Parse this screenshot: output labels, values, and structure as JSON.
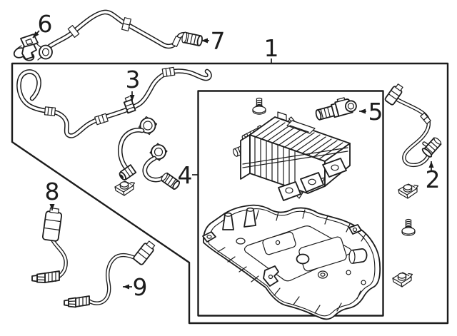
{
  "figure": {
    "type": "parts-diagram",
    "callouts": [
      {
        "label": "1"
      },
      {
        "label": "2"
      },
      {
        "label": "3"
      },
      {
        "label": "4"
      },
      {
        "label": "5"
      },
      {
        "label": "6"
      },
      {
        "label": "7"
      },
      {
        "label": "8"
      },
      {
        "label": "9"
      }
    ]
  },
  "colors": {
    "line": "#1c1c1c",
    "background": "#ffffff"
  }
}
